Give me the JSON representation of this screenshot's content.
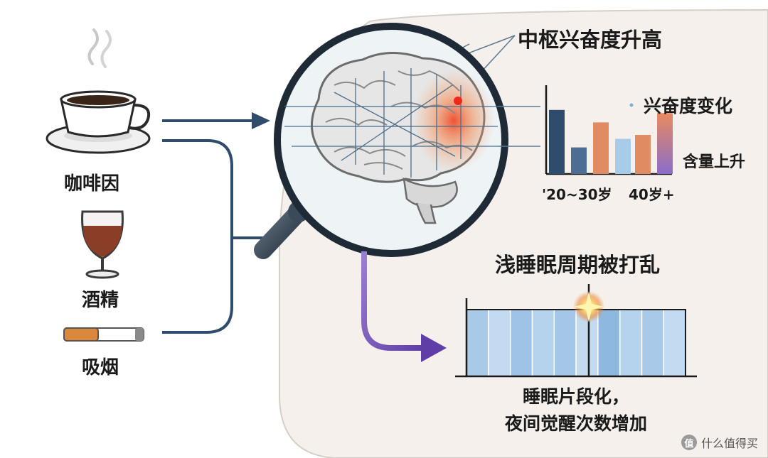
{
  "left_items": [
    {
      "label": "咖啡因",
      "icon": "coffee-cup-icon"
    },
    {
      "label": "酒精",
      "icon": "wine-glass-icon"
    },
    {
      "label": "吸烟",
      "icon": "cigarette-icon"
    }
  ],
  "brain_section": {
    "title": "中枢兴奋度升高",
    "legend_label": "兴奋度变化",
    "side_label": "含量上升"
  },
  "chart_data": {
    "type": "bar",
    "categories": [
      "'20~30岁",
      "40岁+"
    ],
    "series": [
      {
        "values": [
          0.82,
          0.34
        ]
      },
      {
        "values": [
          0.66,
          0.45
        ]
      },
      {
        "values": [
          0.5,
          0.78
        ]
      }
    ],
    "colors": [
      "#2f4c6c",
      "#4d6e92",
      "#e08b62",
      "#a8cbe8",
      "#e08b62",
      "#8b6dc8"
    ],
    "grid": false,
    "ylim": [
      0,
      1
    ]
  },
  "sleep_section": {
    "title": "浅睡眠周期被打乱",
    "caption_line1": "睡眠片段化，",
    "caption_line2": "夜间觉醒次数增加",
    "segments": 10
  },
  "watermark": {
    "badge": "值",
    "text": "什么值得买"
  },
  "colors": {
    "panel_bg": "#f5f0ec",
    "arrow_blue": "#2f4c6c",
    "arrow_purple": "#7a52b8",
    "segment_blue": "#9fc3e6",
    "brain_glow": "#f06a3a"
  }
}
